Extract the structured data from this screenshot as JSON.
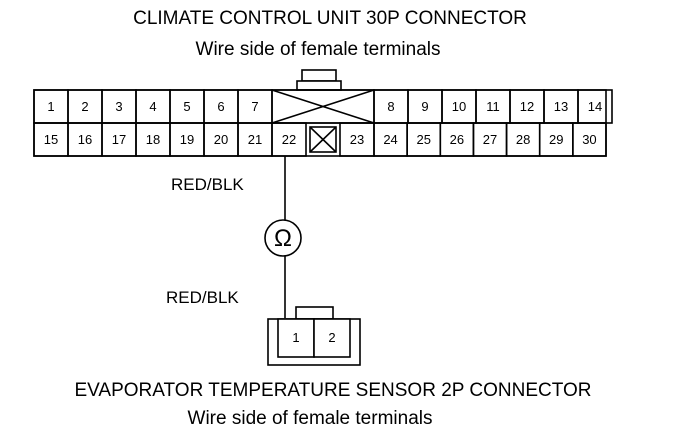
{
  "top_connector": {
    "title": "CLIMATE CONTROL UNIT 30P CONNECTOR",
    "subtitle": "Wire side of female terminals",
    "top_row": [
      "1",
      "2",
      "3",
      "4",
      "5",
      "6",
      "7",
      "8",
      "9",
      "10",
      "11",
      "12",
      "13",
      "14"
    ],
    "bottom_row": [
      "15",
      "16",
      "17",
      "18",
      "19",
      "20",
      "21",
      "22",
      "23",
      "24",
      "25",
      "26",
      "27",
      "28",
      "29",
      "30"
    ]
  },
  "wire_upper": {
    "label": "RED/BLK"
  },
  "meter": {
    "symbol": "Ω"
  },
  "wire_lower": {
    "label": "RED/BLK"
  },
  "bottom_connector": {
    "title": "EVAPORATOR TEMPERATURE SENSOR 2P CONNECTOR",
    "subtitle": "Wire side of female terminals",
    "pins": [
      "1",
      "2"
    ]
  }
}
